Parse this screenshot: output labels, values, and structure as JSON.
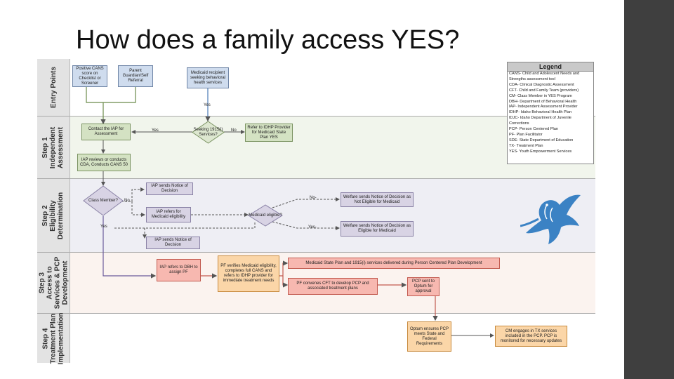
{
  "slide_title": "How does a family access YES?",
  "lanes": [
    {
      "label": "Entry Points"
    },
    {
      "label": "Step 1\nIndependent\nAssessment"
    },
    {
      "label": "Step 2\nEligibility\nDetermination"
    },
    {
      "label": "Step 3\nAccess to\nServices & PCP\nDevelopment"
    },
    {
      "label": "Step 4\nTreatment Plan\nImplementation"
    }
  ],
  "nodes": {
    "positive_cans": "Positive CANS score on Checklist or Screener",
    "parent_referral": "Parent Guardian/Self Referral",
    "medicaid_recipient": "Medicaid recipient seeking behavioral health services",
    "contact_iap": "Contact the IAP for Assessment",
    "seeking_1915": "Seeking 1915(i) Services?",
    "refer_idhp": "Refer to IDHP Provider for Medicaid State Plan YES",
    "iap_reviews": "IAP reviews or conducts CDA, Conducts CANS 50",
    "class_member": "Class Member?",
    "iap_notice_1": "IAP sends Notice of Decision",
    "iap_refers_medicaid": "IAP refers for Medicaid eligibility",
    "iap_notice_2": "IAP sends Notice of Decision",
    "medicaid_eligible": "Medicaid eligible?",
    "welfare_not_eligible": "Welfare sends Notice of Decision as Not Eligible for Medicaid",
    "welfare_eligible": "Welfare sends Notice of Decision as Eligible for Medicaid",
    "iap_refers_dbh": "IAP refers to DBH to assign PF",
    "pf_verifies": "PF verifies Medicaid eligibility, completes full CANS and refers to IDHP provider for immediate treatment needs",
    "medicaid_state_plan": "Medicaid State Plan and 1915(i) services delivered during Person Centered Plan Development",
    "pf_convenes": "PF convenes CFT to develop PCP and associated treatment plans",
    "pcp_sent": "PCP sent to Optum for approval",
    "optum_ensures": "Optum ensures PCP meets State and Federal Requirements",
    "cm_engages": "CM engages in TX services included in the PCP. PCP is monitored for necessary updates"
  },
  "edge_labels": {
    "yes_1": "Yes",
    "yes_2": "Yes",
    "no_1": "No",
    "no_2": "No",
    "no_3": "No-",
    "yes_3": "Yes-",
    "yes_4": "Yes"
  },
  "legend": {
    "title": "Legend",
    "items": [
      "CANS- Child and Adolescent Needs and",
      "Strengths assessment tool",
      "CDA- Clinical Diagnostic Assessment",
      "CFT- Child and Family Team (providers)",
      "CM- Class Member in YES Program",
      "DBH- Department of Behavioral Health",
      "IAP- Independent Assessment Provider",
      "IDHP- Idaho Behavioral Health Plan",
      "IDJC- Idaho Department of Juvenile",
      "Corrections",
      "PCP- Person Centered Plan",
      "PF- Plan Facilitator",
      "SDE- State Department of Education",
      "TX- Treatment Plan",
      "YES- Youth Empowerment Services"
    ]
  },
  "colors": {
    "sidebar": "#3f3f3f",
    "bird": "#3b82c4"
  }
}
